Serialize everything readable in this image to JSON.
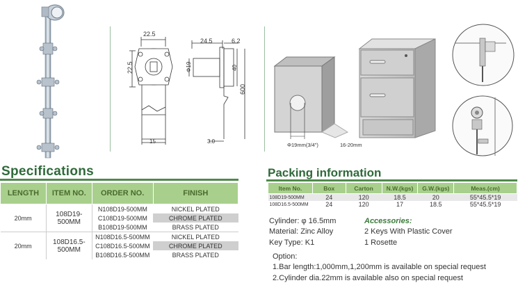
{
  "drawings": {
    "dim_width_top": "22.5",
    "dim_height_left": "22.5",
    "dim_bottom": "15",
    "dim_diameter": "Φ19",
    "dim_24_5": "24.5",
    "dim_6_2": "6.2",
    "dim_40": "40",
    "dim_600": "600",
    "dim_3_0": "3.0",
    "hole_label": "Φ19mm(3/4\")",
    "thickness_label": "16-20mm"
  },
  "specifications": {
    "title": "Specifications",
    "headers": [
      "LENGTH",
      "ITEM NO.",
      "ORDER NO.",
      "FINISH"
    ],
    "groups": [
      {
        "length": "20mm",
        "item_no": "108D19-500MM",
        "rows": [
          {
            "order": "N108D19-500MM",
            "finish": "NICKEL PLATED"
          },
          {
            "order": "C108D19-500MM",
            "finish": "CHROME PLATED"
          },
          {
            "order": "B108D19-500MM",
            "finish": "BRASS  PLATED"
          }
        ]
      },
      {
        "length": "20mm",
        "item_no": "108D16.5-500MM",
        "rows": [
          {
            "order": "N108D16.5-500MM",
            "finish": "NICKEL PLATED"
          },
          {
            "order": "C108D16.5-500MM",
            "finish": "CHROME PLATED"
          },
          {
            "order": "B108D16.5-500MM",
            "finish": "BRASS  PLATED"
          }
        ]
      }
    ]
  },
  "packing": {
    "title": "Packing  information",
    "headers": [
      "Item No.",
      "Box",
      "Carton",
      "N.W.(kgs)",
      "G.W.(kgs)",
      "Meas.(cm)"
    ],
    "rows": [
      [
        "108D19-500MM",
        "24",
        "120",
        "18.5",
        "20",
        "55*45.5*19"
      ],
      [
        "108D16.5-500MM",
        "24",
        "120",
        "17",
        "18.5",
        "55*45.5*19"
      ]
    ]
  },
  "details": {
    "cylinder": "Cylinder: φ 16.5mm",
    "material": "Material: Zinc Alloy",
    "key_type": "Key Type: K1",
    "accessories_heading": "Accessories:",
    "accessory_1": "2 Keys With Plastic Cover",
    "accessory_2": "1 Rosette",
    "option_heading": "Option:",
    "option_1": "1.Bar length:1,000mm,1,200mm is available on special request",
    "option_2": "2.Cylinder dia.22mm is available also on special request"
  }
}
